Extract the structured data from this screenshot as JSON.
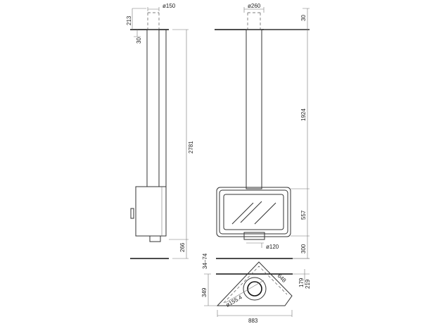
{
  "side_view": {
    "pipe_diameter": "ø150",
    "top_extension": "213",
    "ceiling_offset": "30",
    "total_height": "2781",
    "bottom_offset": "266"
  },
  "front_view": {
    "pipe_diameter": "ø260",
    "ceiling_offset": "30",
    "pipe_height": "1924",
    "stove_height": "557",
    "outlet_diameter": "ø120",
    "floor_height": "300"
  },
  "top_view": {
    "wall_gap": "34–74",
    "diagonal": "648",
    "depth_inner": "179",
    "depth_outer": "219",
    "depth_total": "349",
    "flue_diameter": "ø155.4",
    "width": "883"
  }
}
